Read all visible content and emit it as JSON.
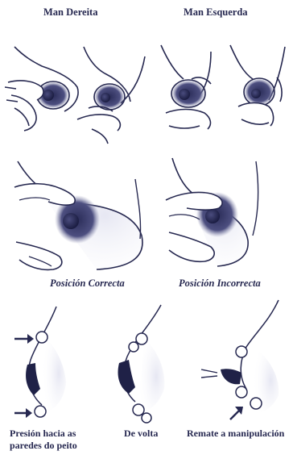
{
  "headers": {
    "right_hand": "Man Dereita",
    "left_hand": "Man Esquerda"
  },
  "positions": {
    "correct": "Posición Correcta",
    "incorrect": "Posición Incorrecta"
  },
  "steps": {
    "press_line1": "Presión hacia as",
    "press_line2": "paredes do peito",
    "roll": "De volta",
    "finish": "Remate a manipulación"
  },
  "colors": {
    "ink": "#262850",
    "shade": "#6a6c9a",
    "dark": "#1f2147"
  }
}
